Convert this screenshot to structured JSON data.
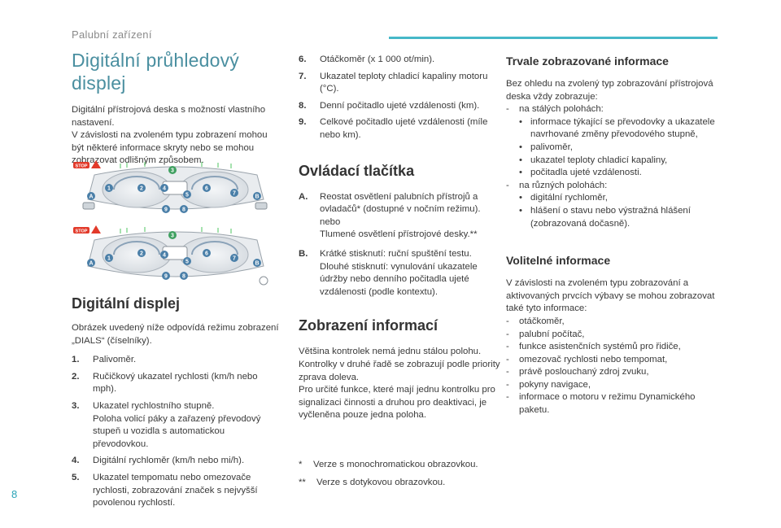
{
  "header": {
    "section": "Palubní zařízení"
  },
  "page_number": "8",
  "col1": {
    "title": "Digitální průhledový displej",
    "intro": [
      "Digitální přístrojová deska s možností vlastního nastavení.",
      "V závislosti na zvoleném typu zobrazení mohou být některé informace skryty nebo se mohou zobrazovat odlišným způsobem."
    ],
    "figure": {
      "callouts": [
        "1",
        "2",
        "3",
        "4",
        "5",
        "6",
        "7",
        "8",
        "9"
      ],
      "letters": [
        "A",
        "B"
      ],
      "stop_label": "STOP"
    },
    "section_title": "Digitální displej",
    "section_intro": "Obrázek uvedený níže odpovídá režimu zobrazení „DIALS“ (číselníky).",
    "items": [
      {
        "n": "1.",
        "text": "Palivoměr."
      },
      {
        "n": "2.",
        "text": "Ručičkový ukazatel rychlosti (km/h nebo mph)."
      },
      {
        "n": "3.",
        "text": "Ukazatel rychlostního stupně.",
        "sub": "Poloha volicí páky a zařazený převodový stupeň u vozidla s automatickou převodovkou."
      },
      {
        "n": "4.",
        "text": "Digitální rychloměr (km/h nebo mi/h)."
      },
      {
        "n": "5.",
        "text": "Ukazatel tempomatu nebo omezovače rychlosti, zobrazování značek s nejvyšší povolenou rychlostí."
      }
    ]
  },
  "col2": {
    "items": [
      {
        "n": "6.",
        "text": "Otáčkoměr (x 1 000 ot/min)."
      },
      {
        "n": "7.",
        "text": "Ukazatel teploty chladicí kapaliny motoru (°C)."
      },
      {
        "n": "8.",
        "text": "Denní počitadlo ujeté vzdálenosti (km)."
      },
      {
        "n": "9.",
        "text": "Celkové počitadlo ujeté vzdálenosti (míle nebo km)."
      }
    ],
    "controls_title": "Ovládací tlačítka",
    "controls": [
      {
        "n": "A.",
        "text": "Reostat osvětlení palubních přístrojů a ovladačů* (dostupné v nočním režimu).",
        "or": "nebo",
        "text2": "Tlumené osvětlení přístrojové desky.**"
      },
      {
        "n": "B.",
        "text": "Krátké stisknutí: ruční spuštění testu.",
        "text2": "Dlouhé stisknutí: vynulování ukazatele údržby nebo denního počitadla ujeté vzdálenosti (podle kontextu)."
      }
    ],
    "info_title": "Zobrazení informací",
    "info_text": [
      "Většina kontrolek nemá jednu stálou polohu. Kontrolky v druhé řadě se zobrazují podle priority zprava doleva.",
      "Pro určité funkce, které mají jednu kontrolku pro signalizaci činnosti a druhou pro deaktivaci, je vyčleněna pouze jedna poloha."
    ],
    "footnotes": [
      {
        "mark": "*",
        "text": "Verze s monochromatickou obrazovkou."
      },
      {
        "mark": "**",
        "text": "Verze s dotykovou obrazovkou."
      }
    ]
  },
  "col3": {
    "perm_title": "Trvale zobrazované informace",
    "perm_intro": "Bez ohledu na zvolený typ zobrazování přístrojová deska vždy zobrazuje:",
    "perm_groups": [
      {
        "label": "na stálých polohách:",
        "bullets": [
          "informace týkající se převodovky a ukazatele navrhované změny převodového stupně,",
          "palivoměr,",
          "ukazatel teploty chladicí kapaliny,",
          "počitadla ujeté vzdálenosti."
        ]
      },
      {
        "label": "na různých polohách:",
        "bullets": [
          "digitální rychloměr,",
          "hlášení o stavu nebo výstražná hlášení (zobrazovaná dočasně)."
        ]
      }
    ],
    "opt_title": "Volitelné informace",
    "opt_intro": "V závislosti na zvoleném typu zobrazování a aktivovaných prvcích výbavy se mohou zobrazovat také tyto informace:",
    "opt_items": [
      "otáčkoměr,",
      "palubní počítač,",
      "funkce asistenčních systémů pro řidiče,",
      "omezovač rychlosti nebo tempomat,",
      "právě poslouchaný zdroj zvuku,",
      "pokyny navigace,",
      "informace o motoru v režimu Dynamického paketu."
    ]
  },
  "colors": {
    "accent": "#45b8c8",
    "title": "#4a8fa0",
    "callout": "#4a7fa8",
    "callout_green": "#3fa060",
    "warning": "#e23a2a"
  }
}
